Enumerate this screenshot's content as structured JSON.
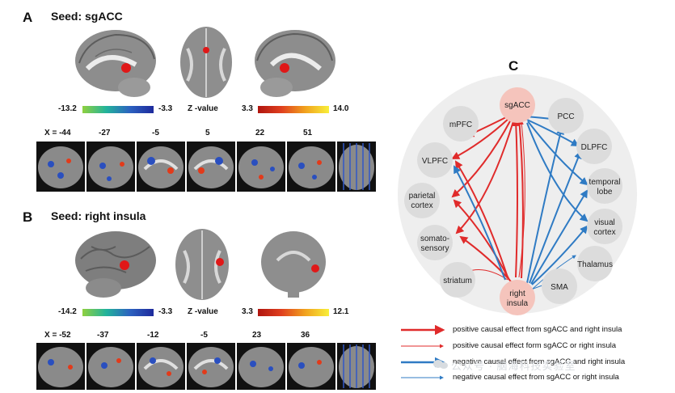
{
  "panelA": {
    "letter": "A",
    "seed": "Seed: sgACC",
    "scale": {
      "neg_min": "-13.2",
      "neg_max": "-3.3",
      "label": "Z -value",
      "pos_min": "3.3",
      "pos_max": "14.0"
    },
    "slices": [
      "X = -44",
      "-27",
      "-5",
      "5",
      "22",
      "51"
    ]
  },
  "panelB": {
    "letter": "B",
    "seed": "Seed: right insula",
    "scale": {
      "neg_min": "-14.2",
      "neg_max": "-3.3",
      "label": "Z -value",
      "pos_min": "3.3",
      "pos_max": "12.1"
    },
    "slices": [
      "X = -52",
      "-37",
      "-12",
      "-5",
      "23",
      "36"
    ]
  },
  "panelC": {
    "letter": "C",
    "nodes": {
      "sgACC": "sgACC",
      "mPFC": "mPFC",
      "PCC": "PCC",
      "DLPFC": "DLPFC",
      "VLPFC": "VLPFC",
      "temporal": [
        "temporal",
        "lobe"
      ],
      "parietal": [
        "parietal",
        "cortex"
      ],
      "visual": [
        "visual",
        "cortex"
      ],
      "somato": [
        "somato-",
        "sensory"
      ],
      "thalamus": "Thalamus",
      "striatum": "striatum",
      "sma": "SMA",
      "insula": [
        "right",
        "insula"
      ]
    },
    "colors": {
      "positive": "#e02b2b",
      "negative": "#2f7bc4",
      "seed_fill": "#f5c4bc",
      "node_fill": "#dcdcdc"
    }
  },
  "legend": [
    "positive  causal effect from sgACC and right insula",
    "positive  causal effect form sgACC or right insula",
    "negative causal effect from sgACC and right insula",
    "negative causal effect from sgACC or right insula"
  ],
  "watermark": "公众号 · 脑海科技实验室"
}
